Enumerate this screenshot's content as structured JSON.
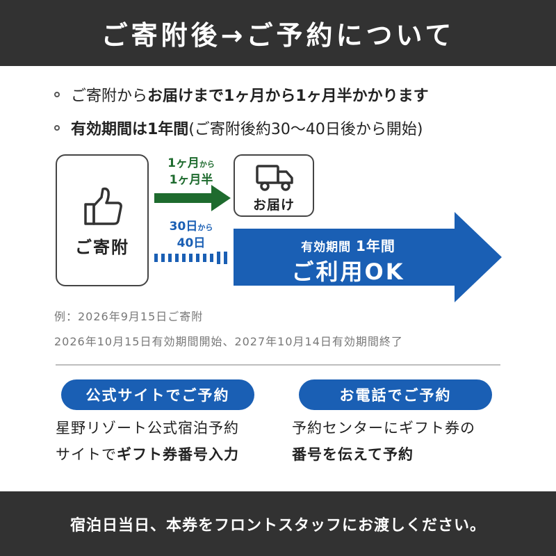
{
  "header": {
    "title": "ご寄附後→ご予約について"
  },
  "notes": {
    "n1_a": "ご寄附から",
    "n1_b": "お届けまで1ヶ月から1ヶ月半かかります",
    "n2_a": "有効期間は1年間",
    "n2_b": "(ご寄附後約30〜40日後から開始)"
  },
  "flow": {
    "donate_label": "ご寄附",
    "delivery_label": "お届け",
    "delivery_time_1": "1ヶ月",
    "delivery_time_small": "から",
    "delivery_time_2": "1ヶ月半",
    "start_time_1": "30日",
    "start_time_small": "から",
    "start_time_2": "40日",
    "period_label": "有効期間",
    "period_value": "1年間",
    "usage_label": "ご利用OK",
    "colors": {
      "green": "#1e6b2e",
      "blue": "#1a5fb4"
    },
    "icons": {
      "donate": "thumbs-up-icon",
      "delivery": "truck-icon"
    }
  },
  "example": {
    "line1": "例：2026年9月15日ご寄附",
    "line2": "2026年10月15日有効期間開始、2027年10月14日有効期間終了"
  },
  "reserve_web": {
    "pill": "公式サイトでご予約",
    "line1": "星野リゾート公式宿泊予約",
    "line2_a": "サイトで",
    "line2_b": "ギフト券番号入力"
  },
  "reserve_phone": {
    "pill": "お電話でご予約",
    "line1": "予約センターにギフト券の",
    "line2": "番号を伝えて予約"
  },
  "footer": {
    "text": "宿泊日当日、本券をフロントスタッフにお渡しください。"
  }
}
